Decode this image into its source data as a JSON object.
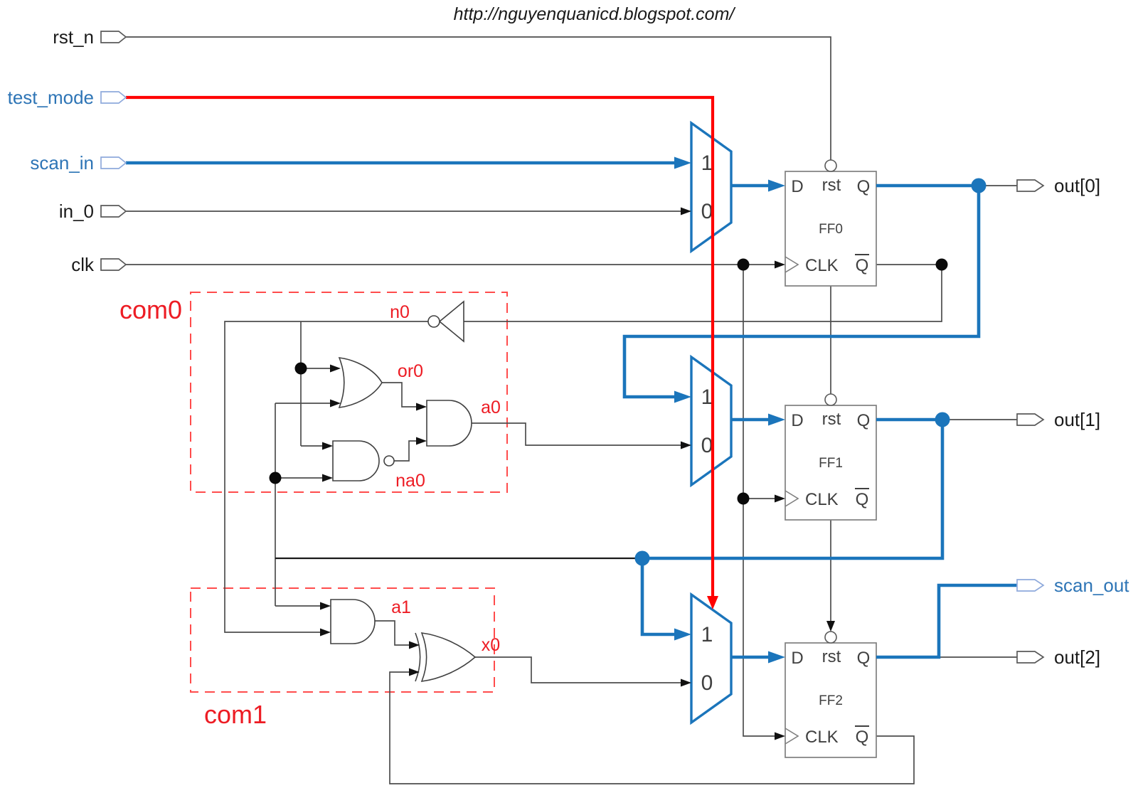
{
  "title": "http://nguyenquanicd.blogspot.com/",
  "colors": {
    "scan_path_blue": "#1B75BB",
    "test_mode_red": "#FF0000",
    "block_outline_red": "#FF4C4C",
    "label_blue": "#2E75B6",
    "label_red": "#ED1C24"
  },
  "inputs": {
    "rst_n": "rst_n",
    "test_mode": "test_mode",
    "scan_in": "scan_in",
    "in_0": "in_0",
    "clk": "clk"
  },
  "outputs": {
    "out0": "out[0]",
    "out1": "out[1]",
    "out2": "out[2]",
    "scan_out": "scan_out"
  },
  "mux": {
    "one": "1",
    "zero": "0"
  },
  "ff_pins": {
    "d": "D",
    "rst": "rst",
    "q": "Q",
    "clk": "CLK",
    "qn": "Q"
  },
  "flipflops": {
    "ff0": "FF0",
    "ff1": "FF1",
    "ff2": "FF2"
  },
  "blocks": {
    "com0": "com0",
    "com1": "com1"
  },
  "gates": {
    "n0": "n0",
    "or0": "or0",
    "a0": "a0",
    "na0": "na0",
    "a1": "a1",
    "x0": "x0"
  }
}
